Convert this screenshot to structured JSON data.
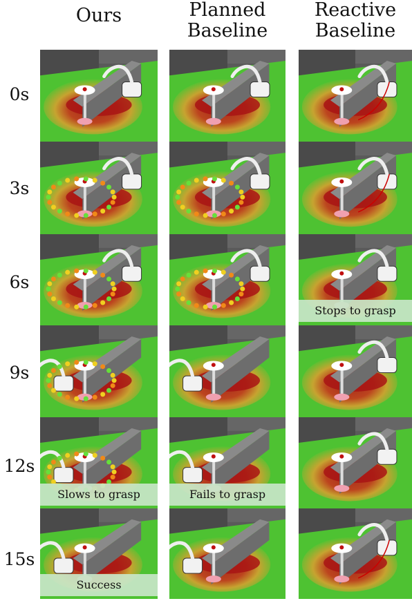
{
  "columns": [
    {
      "title_line1": "",
      "title_line2": "Ours"
    },
    {
      "title_line1": "Planned",
      "title_line2": "Baseline"
    },
    {
      "title_line1": "Reactive",
      "title_line2": "Baseline"
    }
  ],
  "rows": [
    "0s",
    "3s",
    "6s",
    "9s",
    "12s",
    "15s"
  ],
  "captions": {
    "reactive_6s": "Stops to grasp",
    "ours_12s": "Slows to grasp",
    "planned_12s": "Fails to grasp",
    "ours_15s": "Success"
  }
}
